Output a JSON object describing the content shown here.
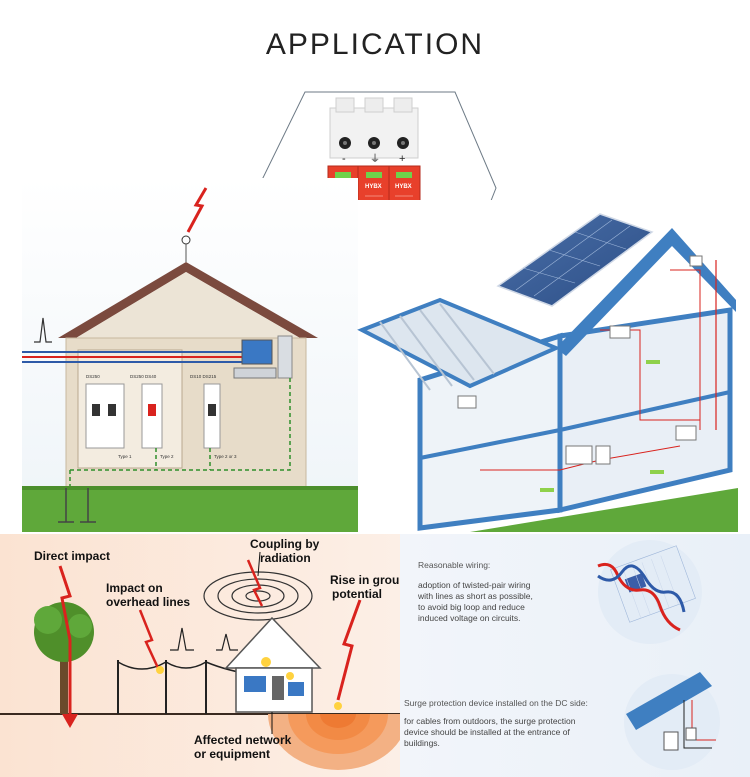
{
  "page": {
    "title": "APPLICATION"
  },
  "device": {
    "brand": "HYBX",
    "terminals": [
      "-",
      "⏚",
      "+"
    ]
  },
  "left_house": {
    "breakers": [
      "DS250",
      "DS250 DS40",
      "DS10 DS215"
    ],
    "type_tags": [
      "Type 1",
      "Type 2",
      "Type 2 or 3"
    ]
  },
  "lightning_panel": {
    "labels": {
      "direct_impact": "Direct impact",
      "impact_overhead_1": "Impact on",
      "impact_overhead_2": "overhead lines",
      "coupling_1": "Coupling by",
      "coupling_2": "radiation",
      "rise_1": "Rise in ground",
      "rise_2": "potential",
      "affected_1": "Affected network",
      "affected_2": "or equipment"
    }
  },
  "notes": {
    "wiring_title": "Reasonable wiring:",
    "wiring_lines": [
      "adoption of twisted-pair wiring",
      "with lines as short as possible,",
      "to avoid big loop and reduce",
      "induced voltage on circuits."
    ],
    "dc_title": "Surge protection device installed on the DC side:",
    "dc_lines": [
      "for cables from outdoors, the surge protection",
      "device should be installed at the entrance of",
      "buildings."
    ]
  },
  "colors": {
    "spd_red": "#e8402b",
    "lightning_red": "#d9231e",
    "roof_brown": "#7b4a3e",
    "house_blue": "#3f7fc1",
    "grass_green": "#5fa83a",
    "wall_beige": "#e7dcc9",
    "panel_bg": "#fbe7d9"
  }
}
